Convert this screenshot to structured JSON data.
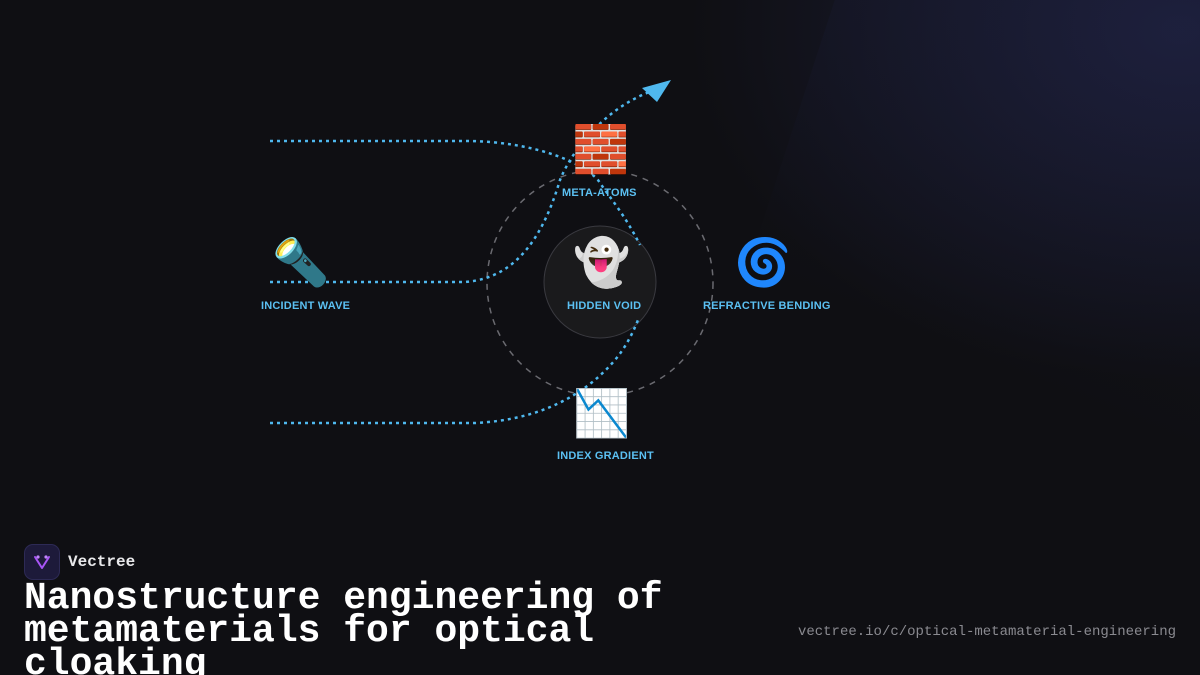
{
  "diagram": {
    "nodes": {
      "incident_wave": {
        "label": "INCIDENT WAVE",
        "icon": "flashlight-icon",
        "glyph": "🔦"
      },
      "meta_atoms": {
        "label": "META-ATOMS",
        "icon": "brick-icon",
        "glyph": "🧱"
      },
      "hidden_void": {
        "label": "HIDDEN VOID",
        "icon": "ghost-icon",
        "glyph": "👻"
      },
      "refractive_bending": {
        "label": "REFRACTIVE BENDING",
        "icon": "spiral-icon",
        "glyph": "🌀"
      },
      "index_gradient": {
        "label": "INDEX GRADIENT",
        "icon": "chart-decreasing-icon",
        "glyph": "📉"
      }
    },
    "colors": {
      "ray": "#4fb8ee",
      "label": "#5bc0f2",
      "ring": "#6a6a70",
      "void_fill": "#1a1a1c"
    }
  },
  "footer": {
    "brand_name": "Vectree",
    "title": "Nanostructure engineering of metamaterials for optical cloaking",
    "url": "vectree.io/c/optical-metamaterial-engineering"
  }
}
